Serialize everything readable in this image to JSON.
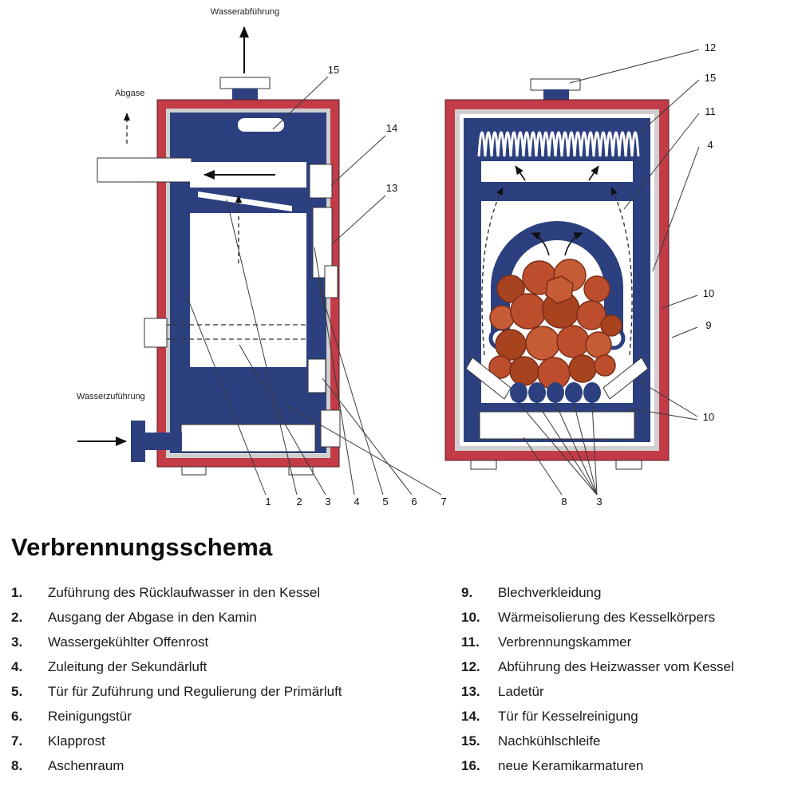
{
  "title": "Verbrennungsschema",
  "left_boiler": {
    "label_wasserabfuehrung": "Wasserabführung",
    "label_abgase": "Abgase",
    "label_wasserzufuehrung": "Wasserzuführung",
    "callouts": {
      "c15": "15",
      "c14": "14",
      "c13": "13",
      "c1": "1",
      "c2": "2",
      "c3": "3",
      "c4": "4",
      "c5": "5",
      "c6": "6",
      "c7": "7"
    }
  },
  "right_boiler": {
    "callouts": {
      "c12": "12",
      "c15": "15",
      "c11": "11",
      "c4": "4",
      "c10a": "10",
      "c9": "9",
      "c10b": "10",
      "c8": "8",
      "c3": "3"
    }
  },
  "legend": {
    "left": [
      {
        "num": "1.",
        "text": "Zuführung des Rücklaufwasser in den Kessel"
      },
      {
        "num": "2.",
        "text": "Ausgang der Abgase in den Kamin"
      },
      {
        "num": "3.",
        "text": "Wassergekühlter Offenrost"
      },
      {
        "num": "4.",
        "text": "Zuleitung der Sekundärluft"
      },
      {
        "num": "5.",
        "text": "Tür für Zuführung und Regulierung der Primärluft"
      },
      {
        "num": "6.",
        "text": "Reinigungstür"
      },
      {
        "num": "7.",
        "text": "Klapprost"
      },
      {
        "num": "8.",
        "text": "Aschenraum"
      }
    ],
    "right": [
      {
        "num": "9.",
        "text": "Blechverkleidung"
      },
      {
        "num": "10.",
        "text": "Wärmeisolierung des Kesselkörpers"
      },
      {
        "num": "11.",
        "text": "Verbrennungskammer"
      },
      {
        "num": "12.",
        "text": "Abführung des Heizwasser vom Kessel"
      },
      {
        "num": "13.",
        "text": "Ladetür"
      },
      {
        "num": "14.",
        "text": "Tür für Kesselreinigung"
      },
      {
        "num": "15.",
        "text": "Nachkühlschleife"
      },
      {
        "num": "16.",
        "text": "neue Keramikarmaturen"
      }
    ]
  },
  "colors": {
    "shell_red": "#c23b46",
    "boiler_blue": "#2c4080",
    "insulation_gray": "#cfcfcf",
    "wood_orange": "#bc4e2d"
  }
}
